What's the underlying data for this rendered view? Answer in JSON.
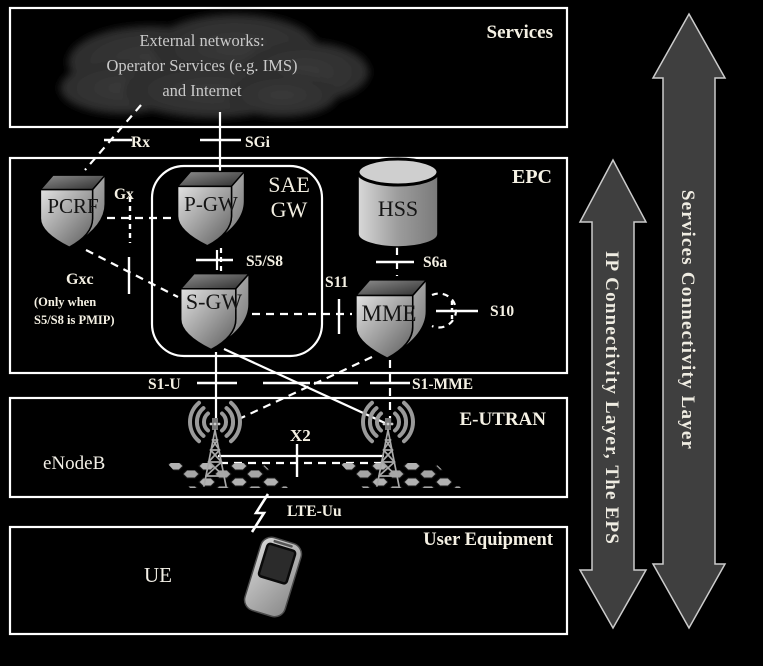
{
  "layers": {
    "services": {
      "title": "Services",
      "cloud": {
        "line1": "External networks:",
        "line2": "Operator Services (e.g. IMS)",
        "line3": "and Internet"
      }
    },
    "epc": {
      "title": "EPC",
      "nodes": {
        "pcrf": "PCRF",
        "pgw": "P-GW",
        "sgw": "S-GW",
        "hss": "HSS",
        "mme": "MME",
        "sae_line1": "SAE",
        "sae_line2": "GW"
      }
    },
    "eutran": {
      "title": "E-UTRAN",
      "enodeb": "eNodeB"
    },
    "user_equipment": {
      "title": "User Equipment",
      "ue": "UE"
    }
  },
  "interfaces": {
    "rx": "Rx",
    "sgi": "SGi",
    "gx": "Gx",
    "gxc": "Gxc",
    "gxc_note1": "(Only when",
    "gxc_note2": "S5/S8 is PMIP)",
    "s5s8": "S5/S8",
    "s6a": "S6a",
    "s11": "S11",
    "s10": "S10",
    "s1u": "S1-U",
    "s1mme": "S1-MME",
    "x2": "X2",
    "lteuu": "LTE-Uu"
  },
  "arrows": {
    "ip_layer": "IP Connectivity Layer, The EPS",
    "services_layer": "Services Connectivity Layer"
  },
  "colors": {
    "background": "#000000",
    "line": "#ffffff",
    "label": "#f5f1e4",
    "node_text": "#141414",
    "cloud_fill": "#303030",
    "cloud_text": "#c9c9c9",
    "arrow_fill": "#3f3f3f",
    "arrow_outline": "#cccccc"
  }
}
